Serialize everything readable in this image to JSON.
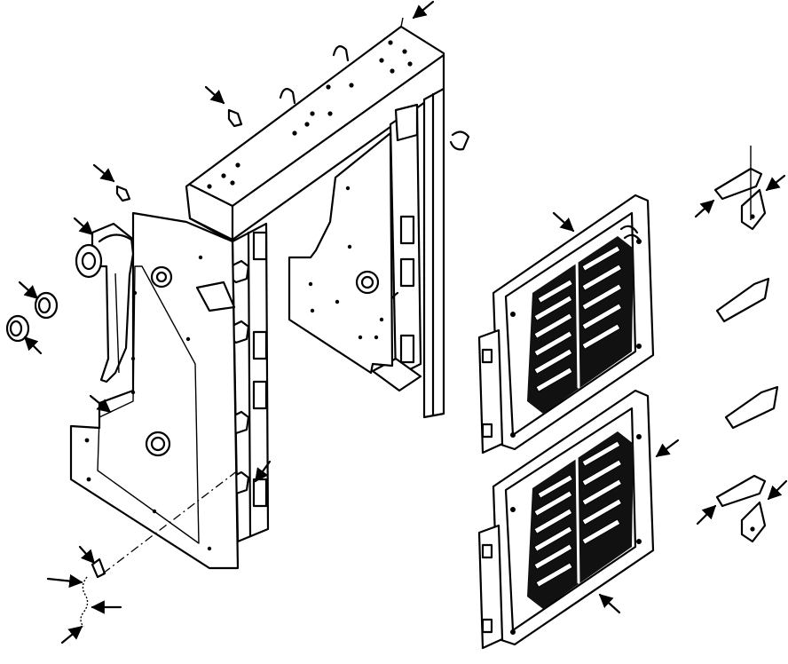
{
  "diagram": {
    "kind": "exploded-parts-illustration",
    "line_color": "#000000",
    "background_color": "#ffffff",
    "parts": [
      {
        "id": "frame",
        "icon": "u-frame"
      },
      {
        "id": "door-panel-left",
        "icon": "hinged-panel"
      },
      {
        "id": "bolts-top",
        "icon": "bolt"
      },
      {
        "id": "washers",
        "icon": "washer"
      },
      {
        "id": "grille-upper",
        "icon": "louvered-grille"
      },
      {
        "id": "grille-lower",
        "icon": "louvered-grille"
      },
      {
        "id": "latches",
        "icon": "latch"
      },
      {
        "id": "lanyard-pin",
        "icon": "pin-with-chain"
      }
    ],
    "callout_arrows": 19
  }
}
